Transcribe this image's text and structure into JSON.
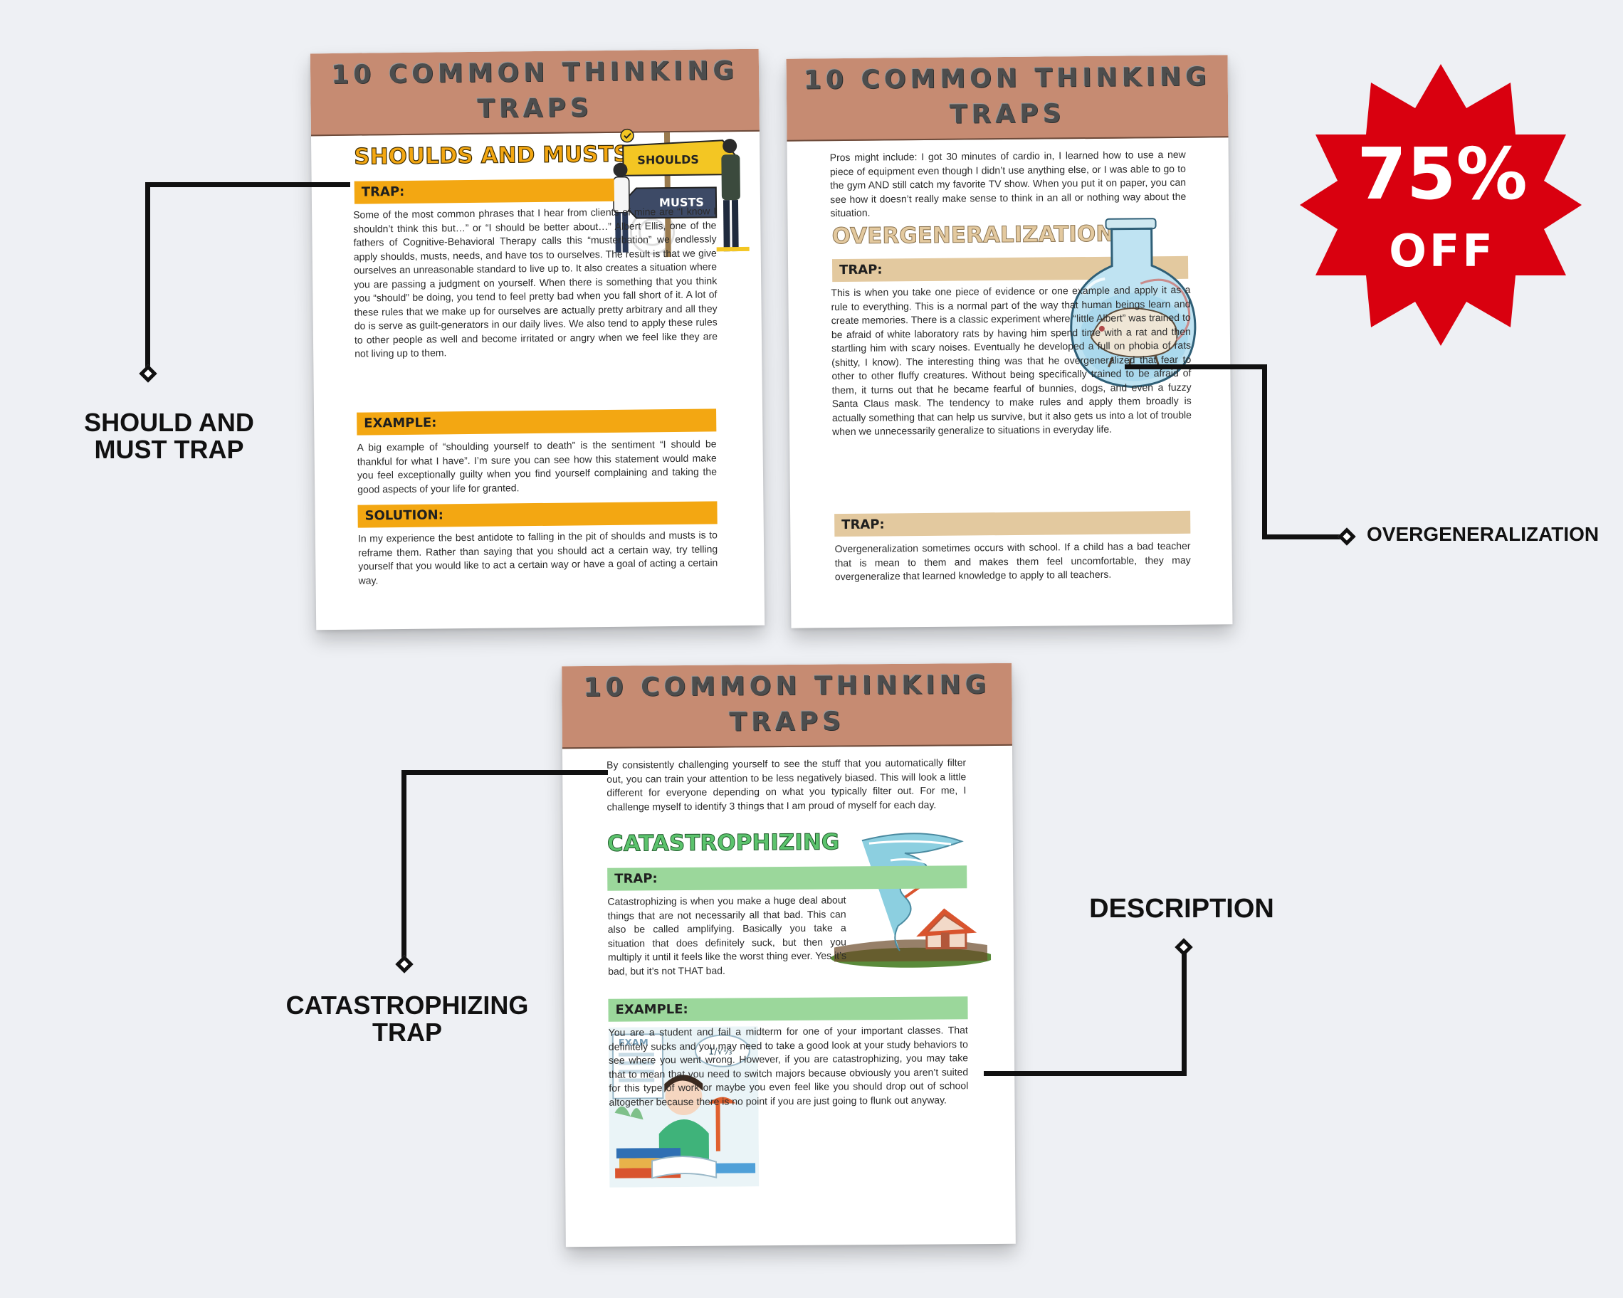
{
  "badge": {
    "percent": "75%",
    "off": "OFF",
    "color": "#d9000f"
  },
  "header": {
    "line1": "10 COMMON THINKING",
    "line2": "TRAPS"
  },
  "page1": {
    "title": "SHOULDS AND MUSTS",
    "sign_top": "SHOULDS",
    "sign_bottom": "MUSTS",
    "trap_label": "TRAP:",
    "trap_text": "Some of the most common phrases that I hear from clients of mine are “I know I shouldn’t think this but…” or “I should be better about…” Albert Ellis, one of the fathers of Cognitive-Behavioral Therapy calls this “musterbation” we endlessly apply shoulds, musts, needs, and have tos to ourselves. The result is that we give ourselves an unreasonable standard to live up to. It also creates a situation where you are passing a judgment on yourself. When there is something that you think you “should” be doing, you tend to feel pretty bad when you fall short of it. A lot of these rules that we make up for ourselves are actually pretty arbitrary and all they do is serve as guilt-generators in our daily lives. We also tend to apply these rules to other people as well and become irritated or angry when we feel like they are not living up to them.",
    "example_label": "EXAMPLE:",
    "example_text": "A big example of “shoulding yourself to death” is the sentiment “I should be thankful for what I have”. I’m sure you can see how this statement would make you feel exceptionally guilty when you find yourself complaining and taking the good aspects of your life for granted.",
    "solution_label": "SOLUTION:",
    "solution_text": "In my experience the best antidote to falling in the pit of shoulds and musts is to reframe them. Rather than saying that you should act a certain way, try telling yourself that you would like to act a certain way or have a goal of acting a certain way."
  },
  "page2": {
    "intro_text": "Pros might include: I got 30 minutes of cardio in, I learned how to use a new piece of equipment even though I didn’t use anything else, or I was able to go to the gym AND still catch my favorite TV show. When you put it on paper, you can see how it doesn’t really make sense to think in an all or nothing way about the situation.",
    "title": "OVERGENERALIZATION",
    "trap_label": "TRAP:",
    "trap_text": "This is when you take one piece of evidence or one example and apply it as a rule to everything. This is a normal part of the way that human beings learn and create memories. There is a classic experiment where “little Albert” was trained to be afraid of white laboratory rats by having him spend time with a rat and then startling him with scary noises. Eventually he developed a full on phobia of rats (shitty, I know). The interesting thing was that he overgeneralized that fear to other to other fluffy creatures. Without being specifically trained to be afraid of them, it turns out that he became fearful of bunnies, dogs, and even a fuzzy Santa Claus mask. The tendency to make rules and apply them broadly is actually something that can help us survive, but it also gets us into a lot of trouble when we unnecessarily generalize to situations in everyday life.",
    "trap2_label": "TRAP:",
    "trap2_text": "Overgeneralization sometimes occurs with school. If a child has a bad teacher that is mean to them and makes them feel uncomfortable, they may overgeneralize that learned knowledge to apply to all teachers."
  },
  "page3": {
    "intro_text": "By consistently challenging yourself to see the stuff that you automatically filter out, you can train your attention to be less negatively biased. This will look a little different for everyone depending on what you typically filter out. For me, I challenge myself to identify 3 things that I am proud of myself for each day.",
    "title": "CATASTROPHIZING",
    "trap_label": "TRAP:",
    "trap_text": "Catastrophizing is when you make a huge deal about things that are not necessarily all that bad. This can also be called amplifying. Basically you take a situation that does definitely suck, but then you multiply it until it feels like the worst thing ever. Yes it’s bad, but it’s not THAT bad.",
    "example_label": "EXAMPLE:",
    "example_text": "You are a student and fail a midterm for one of your important classes. That definitely sucks and you may need to take a good look at your study behaviors to see where you went wrong. However, if you are catastrophizing, you may take that to mean that you need to switch majors because obviously you aren’t suited for this type of work or maybe you even feel like you should drop out of school altogether because there is no point if you are just going to flunk out anyway.",
    "exam_word": "EXAM",
    "bubble_text": "1/√⅓"
  },
  "callouts": {
    "should": "SHOULD AND MUST TRAP",
    "overgen": "OVERGENERALIZATION",
    "catastrophizing": "CATASTROPHIZING TRAP",
    "description": "DESCRIPTION"
  }
}
